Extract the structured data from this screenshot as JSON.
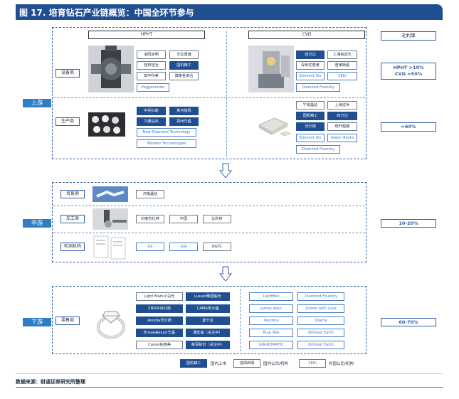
{
  "header": {
    "title": "图 17. 培育钻石产业链概览：中国全环节参与"
  },
  "stages": {
    "up": "上游",
    "mid": "中游",
    "down": "下游"
  },
  "upstream": {
    "hpht_title": "HPHT",
    "cvd_title": "CVD",
    "margin_title": "毛利率",
    "equipment_label": "设备商",
    "producer_label": "生产商",
    "hpht_equipment": [
      "洛阳启明",
      "天宝重锤",
      "桂林桂冶",
      "国机精工",
      "田中科美",
      "博泰金萃合",
      "Voggenreiter"
    ],
    "cvd_equipment": [
      "四方达",
      "上海铂迩光",
      "深圳优普莱",
      "普莱斯曼",
      "Element Six",
      "SEKI",
      "Diamond Foundry"
    ],
    "hpht_producers": [
      "中兵红箭",
      "黄河旋风",
      "力量钻石",
      "郑州华晶",
      "New Diamond Technology",
      "Wonder Technologies"
    ],
    "cvd_producers": [
      "宁波晶钻",
      "上海征世",
      "国机精工",
      "四方达",
      "沃尔德",
      "统升超硬",
      "Element Six",
      "Green Rocks",
      "Diamond Foundry"
    ],
    "margin_equipment": [
      "HPHT   >10%",
      "CVD    ≈50%"
    ],
    "margin_producer": "≈60%"
  },
  "midstream": {
    "trader_label": "贸易商",
    "processor_label": "加工商",
    "testing_label": "检测机构",
    "traders": [
      "河南晶钻"
    ],
    "processors": [
      "印度苏拉特",
      "中国",
      "比利时"
    ],
    "testers": [
      "IGI",
      "GIA",
      "NGTC"
    ],
    "margin": "10-20%"
  },
  "downstream": {
    "retailer_label": "零售商",
    "domestic": [
      "Light Mark小白光",
      "Lusant豫园股份",
      "ZND中兵红箭",
      "CAMA周大福",
      "Anndia沃尔德",
      "曼卡龙",
      "Brisa&Reluor华晶",
      "潮宏基（关注中）",
      "Carasi钻丽美",
      "莱百股份（关注中）"
    ],
    "foreign": [
      "LightBox",
      "Diamond Foundry",
      "James allen",
      "Grown with Love",
      "Pandora",
      "Diama",
      "Blue Nile",
      "Brilliant Earth",
      "GRANDMATIC",
      "Brilliant Earth"
    ],
    "margin": "60-70%"
  },
  "legend": {
    "sample1": "国机精工",
    "text1": "国内上市",
    "sample2": "洛阳启明",
    "text2": "国内公司/机构",
    "sample3": "SEKI",
    "text3": "外国公司/机构"
  },
  "source": "数据来源：财通证券研究所整理",
  "colors": {
    "header": "#1f4e91",
    "filled": "#1f4e91",
    "foreign": "#3f79c6",
    "border": "#2f5fa8"
  }
}
